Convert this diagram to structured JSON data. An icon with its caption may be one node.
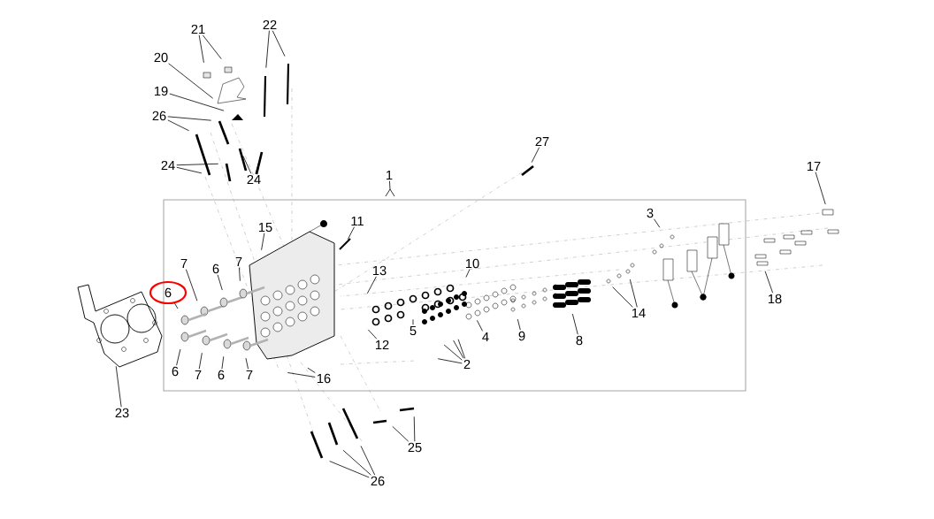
{
  "diagram": {
    "nodes": [
      {
        "text": [
          "21"
        ]
      },
      {
        "text": [
          "22"
        ]
      },
      {
        "text": [
          "20"
        ]
      },
      {
        "text": [
          "19"
        ]
      },
      {
        "text": [
          "26"
        ]
      },
      {
        "text": [
          "24"
        ]
      },
      {
        "text": [
          "24"
        ]
      },
      {
        "text": [
          "1"
        ]
      },
      {
        "text": [
          "27"
        ]
      },
      {
        "text": [
          "17"
        ]
      },
      {
        "text": [
          "11"
        ]
      },
      {
        "text": [
          "15"
        ]
      },
      {
        "text": [
          "3"
        ]
      },
      {
        "text": [
          "13"
        ]
      },
      {
        "text": [
          "10"
        ]
      },
      {
        "text": [
          "7"
        ]
      },
      {
        "text": [
          "6"
        ]
      },
      {
        "text": [
          "6"
        ]
      },
      {
        "text": [
          "7"
        ]
      },
      {
        "text": [
          "5"
        ]
      },
      {
        "text": [
          "4"
        ]
      },
      {
        "text": [
          "9"
        ]
      },
      {
        "text": [
          "8"
        ]
      },
      {
        "text": [
          "14"
        ]
      },
      {
        "text": [
          "12"
        ]
      },
      {
        "text": [
          "6"
        ]
      },
      {
        "text": [
          "7"
        ]
      },
      {
        "text": [
          "6"
        ]
      },
      {
        "text": [
          "7"
        ]
      },
      {
        "text": [
          "2"
        ]
      },
      {
        "text": [
          "16"
        ]
      },
      {
        "text": [
          "23"
        ]
      },
      {
        "text": [
          "18"
        ]
      },
      {
        "text": [
          "25"
        ]
      },
      {
        "text": [
          "26"
        ]
      }
    ],
    "edges": [
      {
        "from": 0,
        "to": null,
        "arrow": "none"
      },
      {
        "from": 0,
        "to": null,
        "arrow": "none"
      },
      {
        "from": 1,
        "to": null,
        "arrow": "none"
      },
      {
        "from": 1,
        "to": null,
        "arrow": "none"
      },
      {
        "from": 2,
        "to": null,
        "arrow": "none"
      },
      {
        "from": 3,
        "to": null,
        "arrow": "none"
      },
      {
        "from": 4,
        "to": null,
        "arrow": "none"
      },
      {
        "from": 4,
        "to": null,
        "arrow": "none"
      },
      {
        "from": 5,
        "to": null,
        "arrow": "none"
      },
      {
        "from": 5,
        "to": null,
        "arrow": "none"
      },
      {
        "from": 6,
        "to": null,
        "arrow": "none"
      },
      {
        "from": 6,
        "to": null,
        "arrow": "none"
      },
      {
        "from": 7,
        "to": null,
        "arrow": "none"
      },
      {
        "from": 8,
        "to": null,
        "arrow": "none"
      },
      {
        "from": 9,
        "to": null,
        "arrow": "none"
      },
      {
        "from": 10,
        "to": null,
        "arrow": "none"
      },
      {
        "from": 11,
        "to": null,
        "arrow": "none"
      },
      {
        "from": 12,
        "to": null,
        "arrow": "none"
      },
      {
        "from": 13,
        "to": null,
        "arrow": "none"
      },
      {
        "from": 14,
        "to": null,
        "arrow": "none"
      },
      {
        "from": 15,
        "to": null,
        "arrow": "none"
      },
      {
        "from": 16,
        "to": null,
        "arrow": "none"
      },
      {
        "from": 17,
        "to": null,
        "arrow": "none"
      },
      {
        "from": 18,
        "to": null,
        "arrow": "none"
      },
      {
        "from": 19,
        "to": null,
        "arrow": "none"
      },
      {
        "from": 20,
        "to": null,
        "arrow": "none"
      },
      {
        "from": 21,
        "to": null,
        "arrow": "none"
      },
      {
        "from": 22,
        "to": null,
        "arrow": "none"
      },
      {
        "from": 23,
        "to": null,
        "arrow": "none"
      },
      {
        "from": 23,
        "to": null,
        "arrow": "none"
      },
      {
        "from": 24,
        "to": null,
        "arrow": "none"
      },
      {
        "from": 25,
        "to": null,
        "arrow": "none"
      },
      {
        "from": 26,
        "to": null,
        "arrow": "none"
      },
      {
        "from": 27,
        "to": null,
        "arrow": "none"
      },
      {
        "from": 28,
        "to": null,
        "arrow": "none"
      },
      {
        "from": 29,
        "to": null,
        "arrow": "none"
      },
      {
        "from": 29,
        "to": null,
        "arrow": "none"
      },
      {
        "from": 29,
        "to": null,
        "arrow": "none"
      },
      {
        "from": 29,
        "to": null,
        "arrow": "none"
      },
      {
        "from": 30,
        "to": null,
        "arrow": "none"
      },
      {
        "from": 30,
        "to": null,
        "arrow": "none"
      },
      {
        "from": 31,
        "to": null,
        "arrow": "none"
      },
      {
        "from": 32,
        "to": null,
        "arrow": "none"
      },
      {
        "from": 33,
        "to": null,
        "arrow": "none"
      },
      {
        "from": 33,
        "to": null,
        "arrow": "none"
      },
      {
        "from": 34,
        "to": null,
        "arrow": "none"
      },
      {
        "from": 34,
        "to": null,
        "arrow": "none"
      },
      {
        "from": 34,
        "to": null,
        "arrow": "none"
      }
    ]
  }
}
